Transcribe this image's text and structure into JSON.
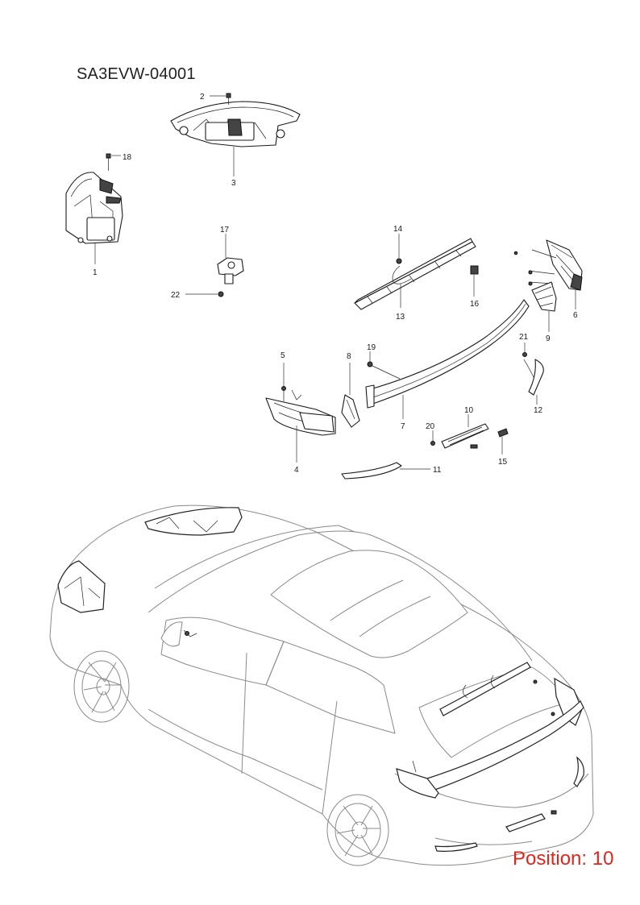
{
  "diagram": {
    "code": "SA3EVW-04001",
    "position_text": "Position: 10"
  },
  "callouts": [
    {
      "id": "1",
      "text": "1"
    },
    {
      "id": "2",
      "text": "2"
    },
    {
      "id": "3",
      "text": "3"
    },
    {
      "id": "4",
      "text": "4"
    },
    {
      "id": "5",
      "text": "5"
    },
    {
      "id": "6",
      "text": "6"
    },
    {
      "id": "7",
      "text": "7"
    },
    {
      "id": "8",
      "text": "8"
    },
    {
      "id": "9",
      "text": "9"
    },
    {
      "id": "10",
      "text": "10"
    },
    {
      "id": "11",
      "text": "11"
    },
    {
      "id": "12",
      "text": "12"
    },
    {
      "id": "13",
      "text": "13"
    },
    {
      "id": "14",
      "text": "14"
    },
    {
      "id": "15",
      "text": "15"
    },
    {
      "id": "16",
      "text": "16"
    },
    {
      "id": "17",
      "text": "17"
    },
    {
      "id": "18",
      "text": "18"
    },
    {
      "id": "19",
      "text": "19"
    },
    {
      "id": "20",
      "text": "20"
    },
    {
      "id": "21",
      "text": "21"
    },
    {
      "id": "22",
      "text": "22"
    }
  ],
  "colors": {
    "position_label": "#e3241b",
    "linework": "#1b1b1b",
    "vehicle_outline": "#8a8a8a"
  }
}
